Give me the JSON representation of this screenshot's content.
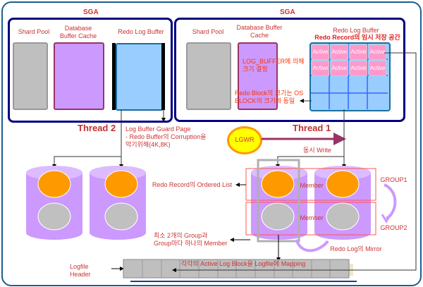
{
  "colors": {
    "outer_border": "#1a5f8f",
    "sga_border": "#000080",
    "label_red": "#cc3333",
    "shared_pool_fill": "#bfbfbf",
    "buffer_cache_fill": "#cc99ff",
    "buffer_cache_border": "#993366",
    "redo_buffer_fill": "#99ccff",
    "active_fill": "#ff99cc",
    "disk_body": "#cc99ff",
    "disk_top": "#ddbbff",
    "member_orange": "#ff9900",
    "member_gray": "#c0c0c0",
    "lgwr_fill": "#ffff00",
    "lgwr_border": "#ff9900",
    "thread_arrow": "#993366"
  },
  "left_sga": {
    "title": "SGA",
    "shared_pool": "Shard Pool",
    "buffer_cache": "Database\nBuffer Cache",
    "redo_buffer": "Redo Log Buffer"
  },
  "right_sga": {
    "title": "SGA",
    "shared_pool": "Shard Pool",
    "buffer_cache": "Database Buffer\nCache",
    "redo_buffer": "Redo Log Buffer",
    "redo_buffer_desc": "Redo Record의 임시 저장 공간",
    "log_buffer_note": "LOG_BUFFER에 의해\n크기 결정",
    "block_size_note": "Redo Block의 크기는 OS\nBLOCK의 크기와 동일",
    "active_cells": [
      "Active",
      "Active",
      "Active",
      "Active",
      "Active",
      "Active",
      "Active",
      "Active"
    ]
  },
  "threads": {
    "thread2": "Thread 2",
    "thread1": "Thread 1"
  },
  "guard_page_note": "Log Buffer Guard Page\n- Redo Buffer의 Corruption을\n막기위해(4K,8K)",
  "lgwr": "LGWR",
  "simultaneous_write": "동시 Write",
  "ordered_list_note": "Redo Record의 Ordered List",
  "member_label_1": "Member",
  "member_label_2": "Member",
  "group1": "GROUP1",
  "group2": "GROUP2",
  "min_groups_note": "최소 2개의 Group과\nGroup마다 하나의 Member",
  "mirror_note": "Redo Log의 Mirror",
  "logfile_header": "Logfile\nHeader",
  "mapping_note": "각각의 Active Log Block을 Logfile에 Mapping"
}
